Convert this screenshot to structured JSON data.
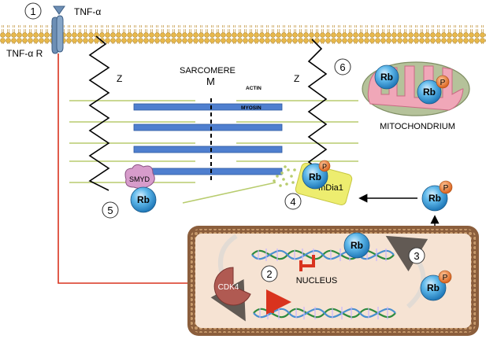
{
  "labels": {
    "step1": "1",
    "step2": "2",
    "step3": "3",
    "step4": "4",
    "step5": "5",
    "step6": "6",
    "tnf": "TNF-α",
    "tnf_receptor": "TNF-α R",
    "sarcomere": "SARCOMERE",
    "z_left": "Z",
    "m_line": "M",
    "z_right": "Z",
    "actin": "ACTIN",
    "myosin": "MYOSIN",
    "mitochondrium": "MITOCHONDRIUM",
    "nucleus": "NUCLEUS",
    "smyd": "SMYD",
    "mdia1": "mDia1",
    "cdk4": "CDK4",
    "rb": "Rb",
    "phospho": "P"
  },
  "colors": {
    "membrane_head": "#e8b84a",
    "receptor": "#6d8fb5",
    "actin": "#b8cc6e",
    "myosin": "#4f7fcf",
    "rb_protein": "#3ea5df",
    "phospho": "#e8762d",
    "mitochondrion_outer": "#b5c29a",
    "mitochondrion_inner": "#f0a7b8",
    "nucleus_fill": "#f6e3d3",
    "nucleus_border": "#8b5e3c",
    "mdia1": "#eded6f",
    "smyd": "#d79ccb",
    "cdk4": "#b05a52",
    "signal_line": "#d9331e",
    "inhibition": "#d9331e"
  }
}
